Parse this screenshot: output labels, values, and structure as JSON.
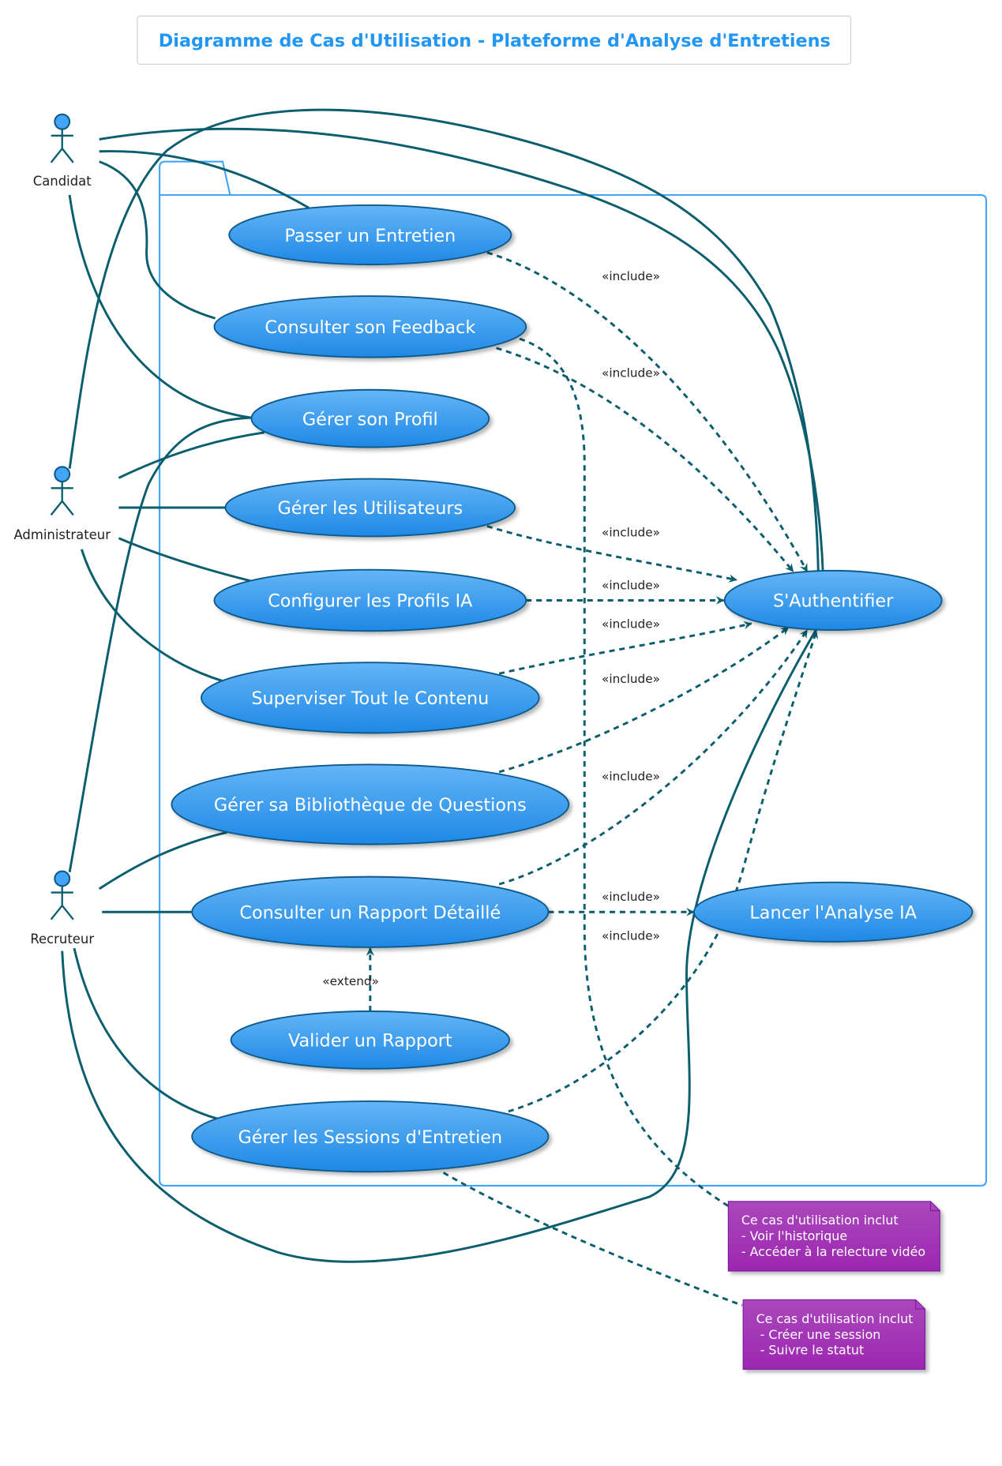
{
  "title": "Diagramme de Cas d'Utilisation - Plateforme d'Analyse d'Entretiens",
  "actors": [
    {
      "name": "Candidat"
    },
    {
      "name": "Administrateur"
    },
    {
      "name": "Recruteur"
    }
  ],
  "use_cases": [
    {
      "label": "Passer un Entretien"
    },
    {
      "label": "Consulter son Feedback"
    },
    {
      "label": "Gérer son Profil"
    },
    {
      "label": "Gérer les Utilisateurs"
    },
    {
      "label": "Configurer les Profils IA"
    },
    {
      "label": "Superviser Tout le Contenu"
    },
    {
      "label": "Gérer sa Bibliothèque de Questions"
    },
    {
      "label": "Consulter un Rapport Détaillé"
    },
    {
      "label": "Valider un Rapport"
    },
    {
      "label": "Gérer les Sessions d'Entretien"
    },
    {
      "label": "S'Authentifier"
    },
    {
      "label": "Lancer l'Analyse IA"
    }
  ],
  "relations": {
    "include_label": "«include»",
    "extend_label": "«extend»"
  },
  "notes": [
    {
      "lines": [
        "Ce cas d'utilisation inclut",
        "- Voir l'historique",
        "- Accéder à la relecture vidéo"
      ]
    },
    {
      "lines": [
        "Ce cas d'utilisation inclut",
        " - Créer une session",
        " - Suivre le statut"
      ]
    }
  ],
  "colors": {
    "title": "#2196F3",
    "use_case_fill_top": "#64B5F6",
    "use_case_fill_bottom": "#2196F3",
    "connector": "#0b5e6e",
    "package_border": "#42A5F5",
    "note_fill": "#9C27B0"
  }
}
